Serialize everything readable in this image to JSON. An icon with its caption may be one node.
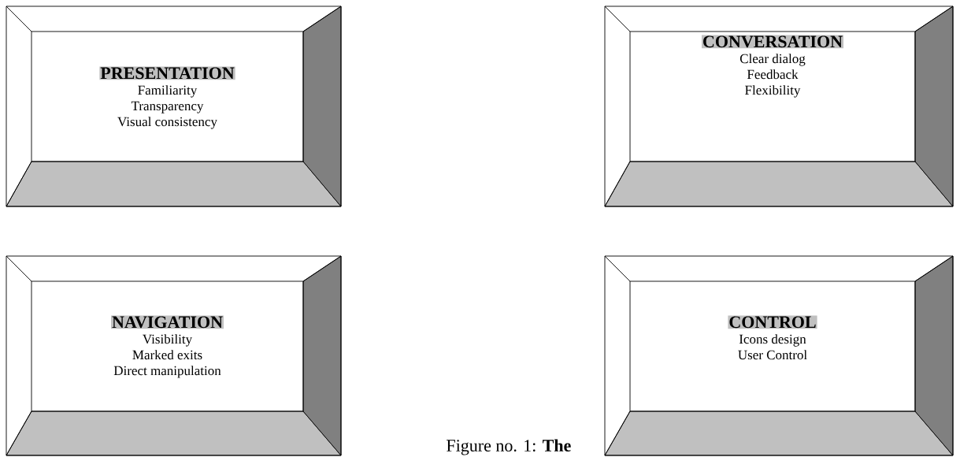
{
  "diagram": {
    "caption": "Figure no. 1: **The**",
    "nodes": [
      {
        "text": [
          "PRESENTATION",
          "Familiarity",
          "Transparency",
          "Visual consistency"
        ]
      },
      {
        "text": [
          "CONVERSATION",
          "Clear dialog",
          "Feedback",
          "Flexibility"
        ]
      },
      {
        "text": [
          "NAVIGATION",
          "Visibility",
          "Marked exits",
          "Direct manipulation"
        ]
      },
      {
        "text": [
          "CONTROL",
          "Icons design",
          "User Control"
        ]
      }
    ]
  }
}
